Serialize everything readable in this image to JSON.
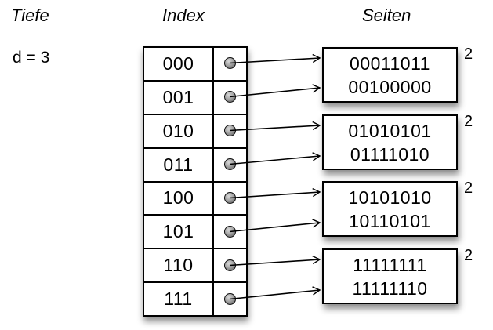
{
  "headings": {
    "depth": "Tiefe",
    "index": "Index",
    "pages": "Seiten"
  },
  "depth_label": "d = 3",
  "index_table": {
    "rows": [
      "000",
      "001",
      "010",
      "011",
      "100",
      "101",
      "110",
      "111"
    ]
  },
  "pages": [
    {
      "entries": [
        "00011011",
        "00100000"
      ],
      "local_depth": "2"
    },
    {
      "entries": [
        "01010101",
        "01111010"
      ],
      "local_depth": "2"
    },
    {
      "entries": [
        "10101010",
        "10110101"
      ],
      "local_depth": "2"
    },
    {
      "entries": [
        "11111111",
        "11111110"
      ],
      "local_depth": "2"
    }
  ],
  "links": [
    {
      "from_index": "000",
      "to_page": 0
    },
    {
      "from_index": "001",
      "to_page": 0
    },
    {
      "from_index": "010",
      "to_page": 1
    },
    {
      "from_index": "011",
      "to_page": 1
    },
    {
      "from_index": "100",
      "to_page": 2
    },
    {
      "from_index": "101",
      "to_page": 2
    },
    {
      "from_index": "110",
      "to_page": 3
    },
    {
      "from_index": "111",
      "to_page": 3
    }
  ],
  "colors": {
    "ink": "#000000",
    "paper": "#ffffff",
    "dot_fill": "#8a8a8a"
  }
}
